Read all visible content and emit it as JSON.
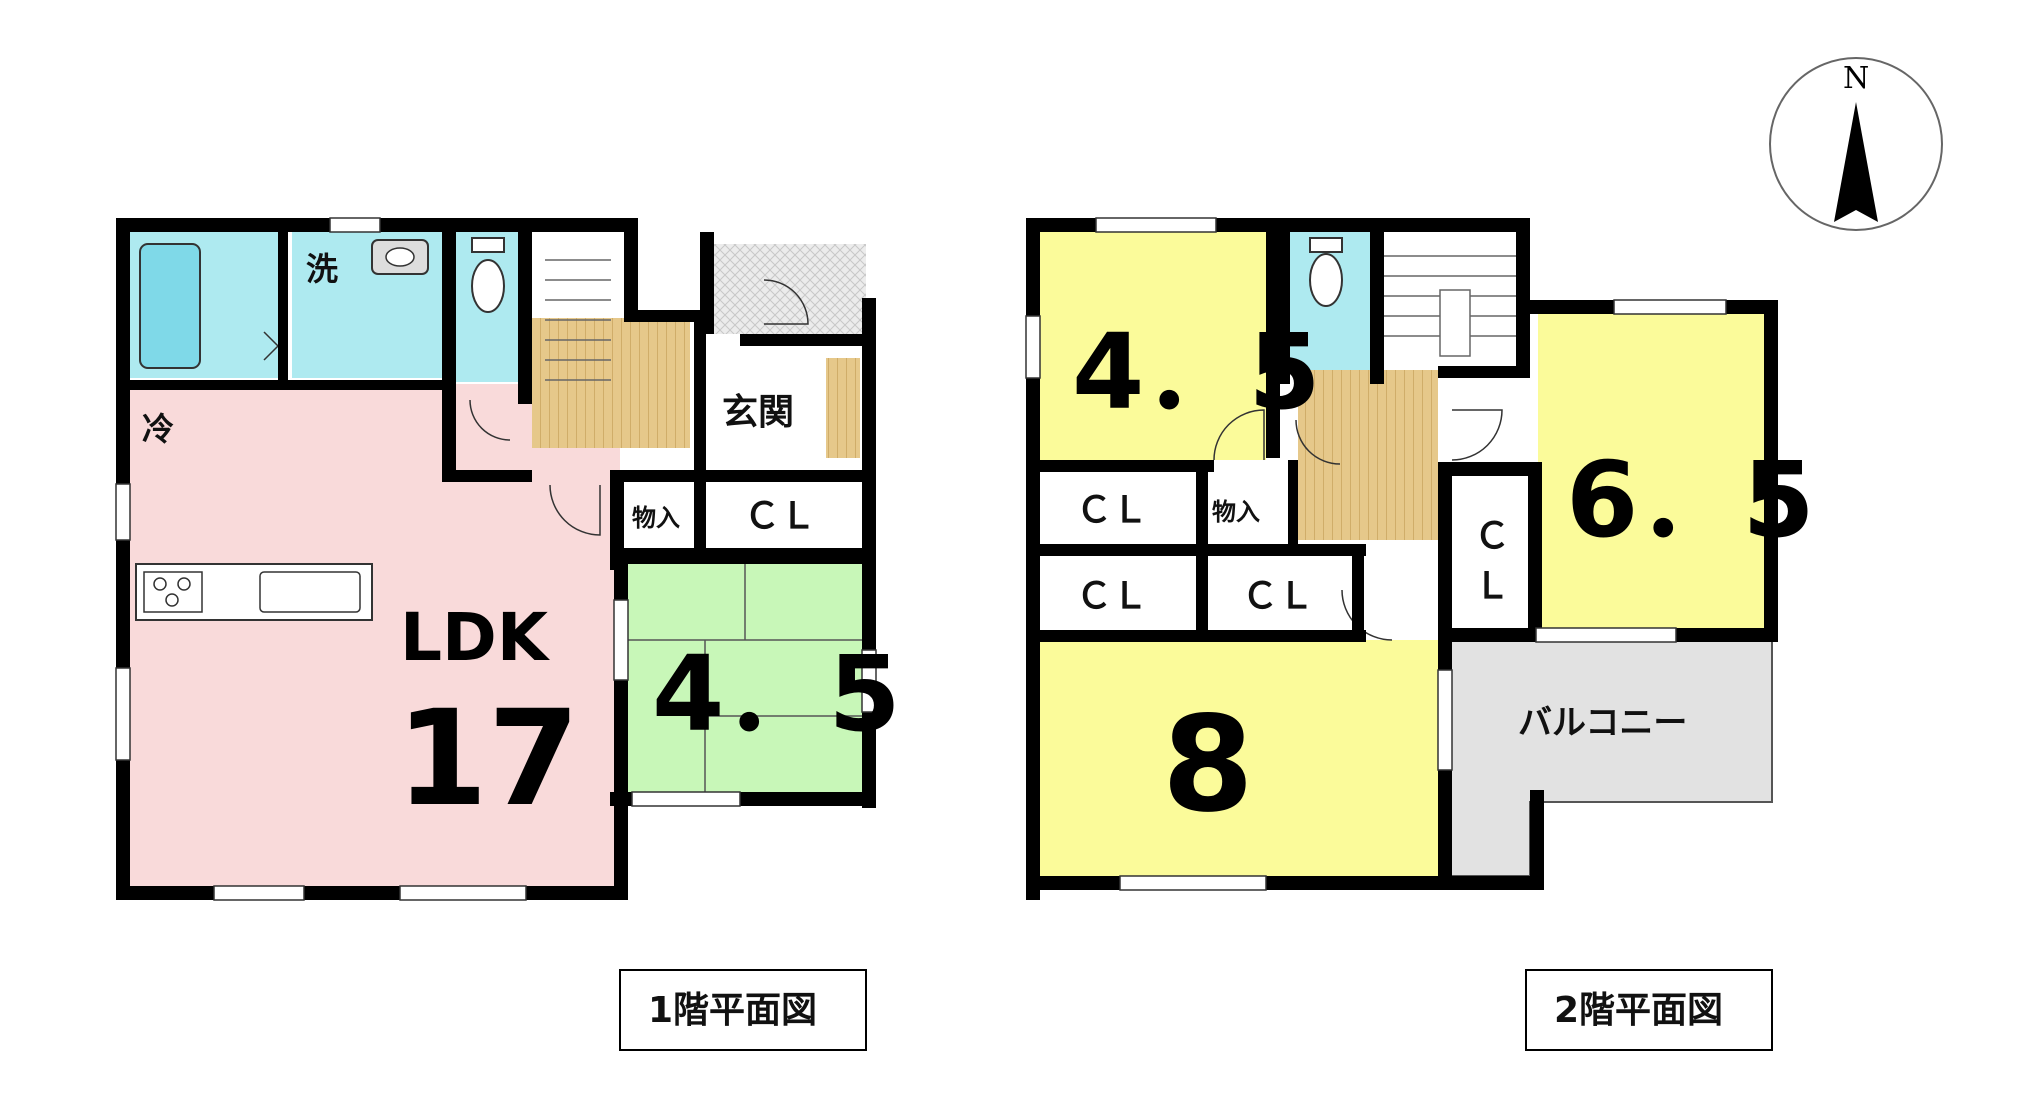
{
  "compass": {
    "north": "N"
  },
  "floor1": {
    "caption": "1階平面図",
    "rooms": {
      "ldk_name": "LDK",
      "ldk_size": "17",
      "washroom": "洗",
      "fridge": "冷",
      "entrance": "玄関",
      "storage": "物入",
      "closet": "ＣＬ",
      "washitsu_size": "4．5"
    }
  },
  "floor2": {
    "caption": "2階平面図",
    "rooms": {
      "room_a_size": "4．5",
      "room_b_size": "6．5",
      "room_c_size": "8",
      "closet_1": "ＣＬ",
      "closet_2": "ＣＬ",
      "closet_3": "ＣＬ",
      "closet_4_top": "Ｃ",
      "closet_4_bottom": "Ｌ",
      "storage": "物入",
      "balcony": "バルコニー"
    }
  },
  "colors": {
    "ldk": "#f9dada",
    "wet_area": "#aeeaf0",
    "washitsu": "#c8f7b8",
    "bedroom": "#fbfb9a",
    "hallway": "#e6c88a",
    "balcony": "#e2e2e2",
    "entrance_tile": "#e8e8e8",
    "wall": "#000000"
  }
}
